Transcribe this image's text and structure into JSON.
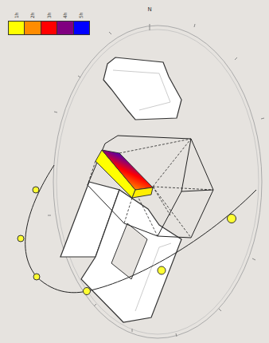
{
  "diagram": {
    "labels": [
      "N"
    ],
    "legend": [
      {
        "text": "1h",
        "color": "#ffff00"
      },
      {
        "text": "2h",
        "color": "#ff8c00"
      },
      {
        "text": "3h",
        "color": "#ff0000"
      },
      {
        "text": "4h",
        "color": "#800080"
      },
      {
        "text": "5h",
        "color": "#0000ff"
      }
    ]
  }
}
